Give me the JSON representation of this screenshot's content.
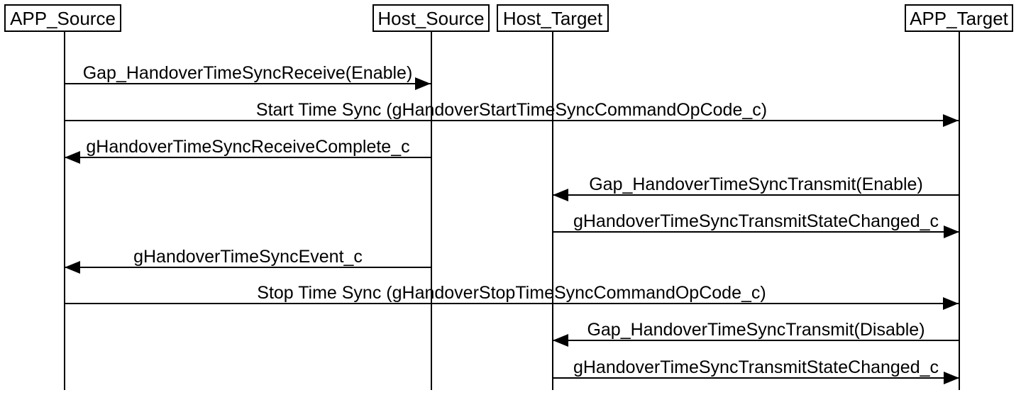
{
  "diagram": {
    "kind": "sequence-diagram",
    "colors": {
      "background": "#ffffff",
      "line": "#000000",
      "text": "#000000"
    },
    "actors": [
      {
        "name": "APP_Source"
      },
      {
        "name": "Host_Source"
      },
      {
        "name": "Host_Target"
      },
      {
        "name": "APP_Target"
      }
    ],
    "messages": [
      {
        "label": "Gap_HandoverTimeSyncReceive(Enable)",
        "from": "APP_Source",
        "to": "Host_Source",
        "direction": "right"
      },
      {
        "label": "Start Time Sync (gHandoverStartTimeSyncCommandOpCode_c)",
        "from": "APP_Source",
        "to": "APP_Target",
        "direction": "right"
      },
      {
        "label": "gHandoverTimeSyncReceiveComplete_c",
        "from": "Host_Source",
        "to": "APP_Source",
        "direction": "left"
      },
      {
        "label": "Gap_HandoverTimeSyncTransmit(Enable)",
        "from": "APP_Target",
        "to": "Host_Target",
        "direction": "left"
      },
      {
        "label": "gHandoverTimeSyncTransmitStateChanged_c",
        "from": "Host_Target",
        "to": "APP_Target",
        "direction": "right"
      },
      {
        "label": "gHandoverTimeSyncEvent_c",
        "from": "Host_Source",
        "to": "APP_Source",
        "direction": "left"
      },
      {
        "label": "Stop Time Sync (gHandoverStopTimeSyncCommandOpCode_c)",
        "from": "APP_Source",
        "to": "APP_Target",
        "direction": "right"
      },
      {
        "label": "Gap_HandoverTimeSyncTransmit(Disable)",
        "from": "APP_Target",
        "to": "Host_Target",
        "direction": "left"
      },
      {
        "label": "gHandoverTimeSyncTransmitStateChanged_c",
        "from": "Host_Target",
        "to": "APP_Target",
        "direction": "right"
      }
    ]
  }
}
